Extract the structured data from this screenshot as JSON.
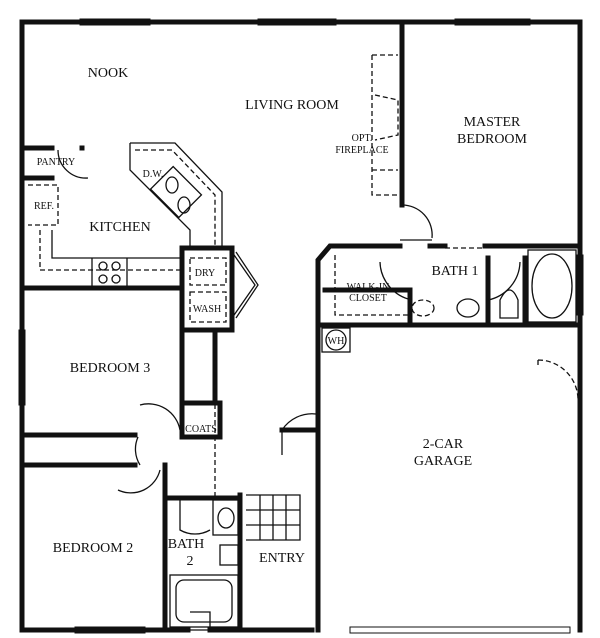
{
  "title": "Floor Plan",
  "rooms": {
    "nook": "NOOK",
    "living_room": "LIVING ROOM",
    "master_bedroom": [
      "MASTER",
      "BEDROOM"
    ],
    "fireplace": [
      "OPT.",
      "FIREPLACE"
    ],
    "pantry": "PANTRY",
    "dishwasher": "D.W.",
    "refrigerator": "REF.",
    "kitchen": "KITCHEN",
    "dryer": "DRY",
    "washer": "WASH",
    "bath1": "BATH 1",
    "walk_in_closet": [
      "WALK-IN",
      "CLOSET"
    ],
    "water_heater": "WH",
    "bedroom3": "BEDROOM 3",
    "coats": "COATS",
    "garage": [
      "2-CAR",
      "GARAGE"
    ],
    "bedroom2": "BEDROOM 2",
    "bath2": [
      "BATH",
      "2"
    ],
    "entry": "ENTRY"
  }
}
